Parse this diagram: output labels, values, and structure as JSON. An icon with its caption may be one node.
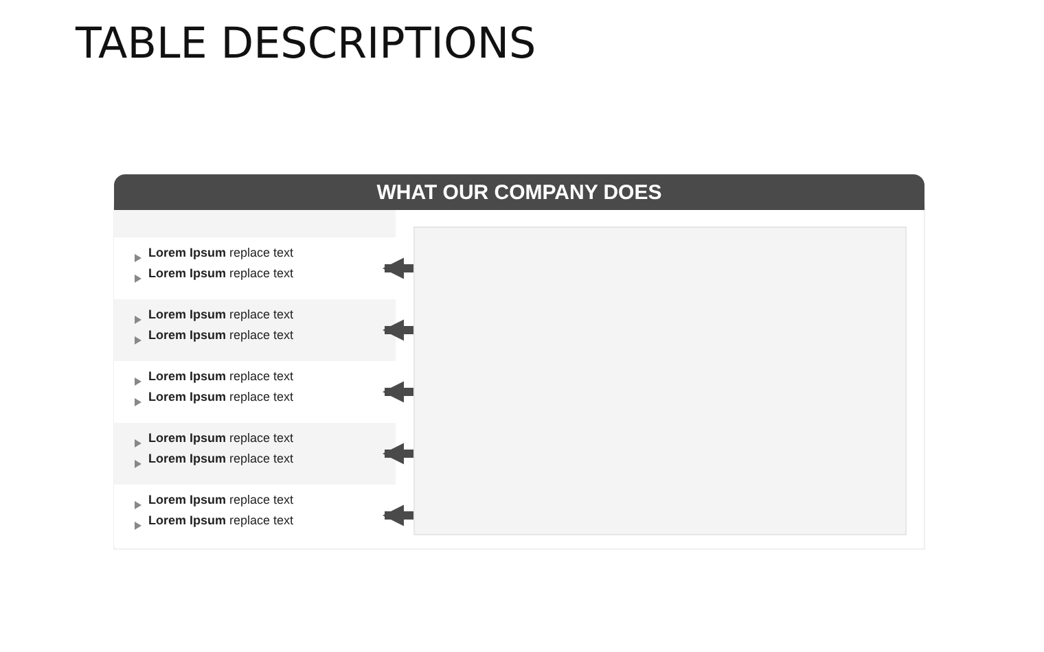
{
  "diagram": {
    "title": "TABLE DESCRIPTIONS",
    "nodes": [
      {
        "text": [
          "WHAT OUR COMPANY DOES"
        ]
      },
      {
        "text": [
          "**Lorem Ipsum** replace text",
          "**Lorem Ipsum** replace text"
        ]
      },
      {
        "text": [
          "**Lorem Ipsum** replace text",
          "**Lorem Ipsum** replace text"
        ]
      },
      {
        "text": [
          "**Lorem Ipsum** replace text",
          "**Lorem Ipsum** replace text"
        ]
      },
      {
        "text": [
          "**Lorem Ipsum** replace text",
          "**Lorem Ipsum** replace text"
        ]
      },
      {
        "text": [
          "**Lorem Ipsum** replace text",
          "**Lorem Ipsum** replace text"
        ]
      },
      {
        "text": [],
        "shape": "box"
      }
    ],
    "edges": [
      {
        "from": 6,
        "to": 1,
        "arrow": "to"
      },
      {
        "from": 6,
        "to": 2,
        "arrow": "to"
      },
      {
        "from": 6,
        "to": 3,
        "arrow": "to"
      },
      {
        "from": 6,
        "to": 4,
        "arrow": "to"
      },
      {
        "from": 6,
        "to": 5,
        "arrow": "to"
      }
    ]
  }
}
